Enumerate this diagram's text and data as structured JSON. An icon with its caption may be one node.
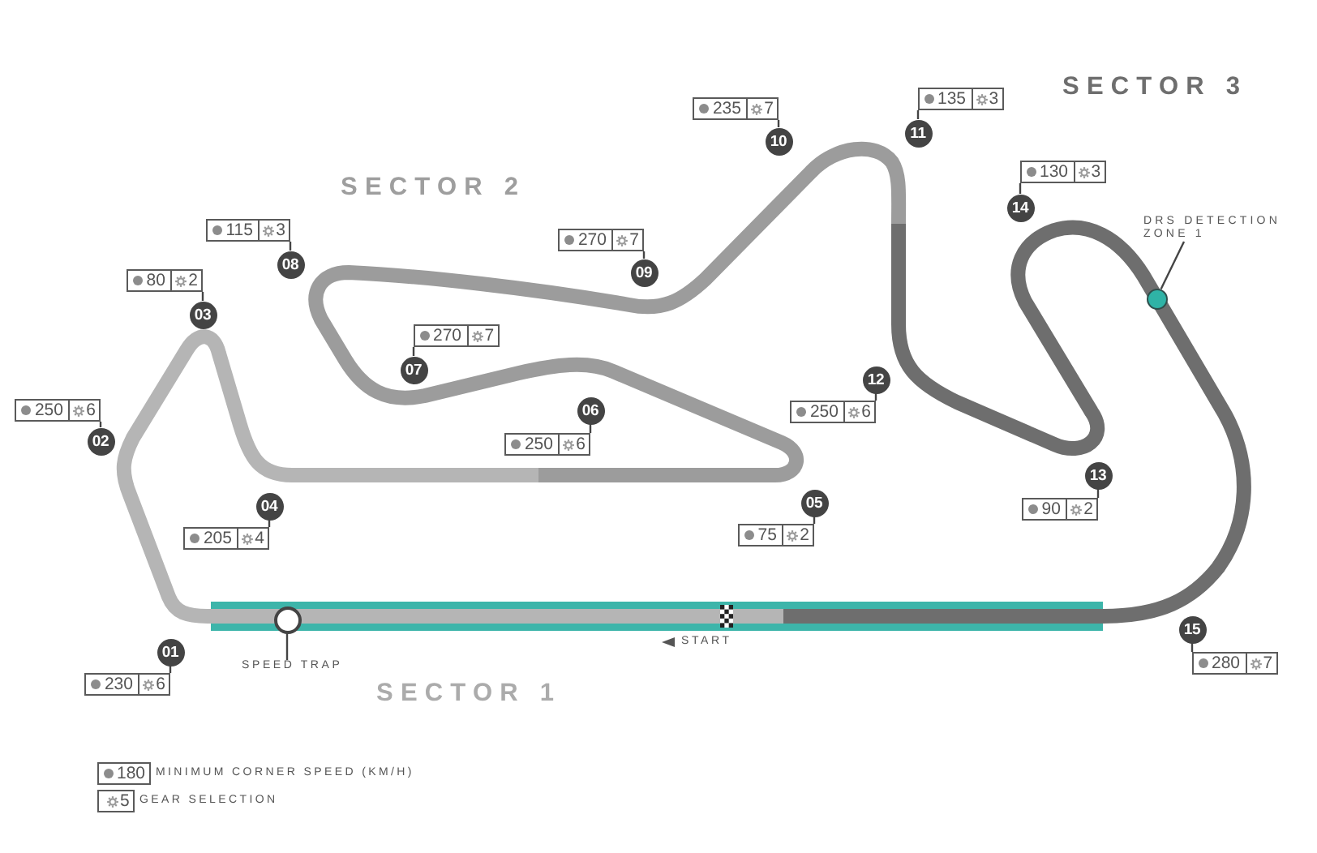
{
  "diagram": {
    "nodes": [
      {
        "text": [
          "01"
        ]
      },
      {
        "text": [
          "230",
          "6"
        ]
      },
      {
        "text": [
          "02"
        ]
      },
      {
        "text": [
          "250",
          "6"
        ]
      },
      {
        "text": [
          "03"
        ]
      },
      {
        "text": [
          "80",
          "2"
        ]
      },
      {
        "text": [
          "04"
        ]
      },
      {
        "text": [
          "205",
          "4"
        ]
      },
      {
        "text": [
          "05"
        ]
      },
      {
        "text": [
          "75",
          "2"
        ]
      },
      {
        "text": [
          "06"
        ]
      },
      {
        "text": [
          "250",
          "6"
        ]
      },
      {
        "text": [
          "07"
        ]
      },
      {
        "text": [
          "270",
          "7"
        ]
      },
      {
        "text": [
          "08"
        ]
      },
      {
        "text": [
          "115",
          "3"
        ]
      },
      {
        "text": [
          "09"
        ]
      },
      {
        "text": [
          "270",
          "7"
        ]
      },
      {
        "text": [
          "10"
        ]
      },
      {
        "text": [
          "235",
          "7"
        ]
      },
      {
        "text": [
          "11"
        ]
      },
      {
        "text": [
          "135",
          "3"
        ]
      },
      {
        "text": [
          "12"
        ]
      },
      {
        "text": [
          "250",
          "6"
        ]
      },
      {
        "text": [
          "13"
        ]
      },
      {
        "text": [
          "90",
          "2"
        ]
      },
      {
        "text": [
          "14"
        ]
      },
      {
        "text": [
          "130",
          "3"
        ]
      },
      {
        "text": [
          "15"
        ]
      },
      {
        "text": [
          "280",
          "7"
        ]
      },
      {
        "text": [
          "SPEED TRAP"
        ]
      },
      {
        "text": [],
        "shape": "circle"
      },
      {
        "text": [
          "DRS DETECTION ZONE 1"
        ]
      },
      {
        "text": [],
        "shape": "circle"
      },
      {
        "text": [
          "180"
        ]
      },
      {
        "text": [
          "5"
        ]
      }
    ],
    "edges": [
      {
        "from": 0,
        "to": 1,
        "arrow": "none"
      },
      {
        "from": 2,
        "to": 3,
        "arrow": "none"
      },
      {
        "from": 4,
        "to": 5,
        "arrow": "none"
      },
      {
        "from": 6,
        "to": 7,
        "arrow": "none"
      },
      {
        "from": 8,
        "to": 9,
        "arrow": "none"
      },
      {
        "from": 10,
        "to": 11,
        "arrow": "none"
      },
      {
        "from": 12,
        "to": 13,
        "arrow": "none"
      },
      {
        "from": 14,
        "to": 15,
        "arrow": "none"
      },
      {
        "from": 16,
        "to": 17,
        "arrow": "none"
      },
      {
        "from": 18,
        "to": 19,
        "arrow": "none"
      },
      {
        "from": 20,
        "to": 21,
        "arrow": "none"
      },
      {
        "from": 22,
        "to": 23,
        "arrow": "none"
      },
      {
        "from": 24,
        "to": 25,
        "arrow": "none"
      },
      {
        "from": 26,
        "to": 27,
        "arrow": "none"
      },
      {
        "from": 28,
        "to": 29,
        "arrow": "none"
      },
      {
        "from": 30,
        "to": 31,
        "arrow": "none"
      },
      {
        "from": 32,
        "to": 33,
        "arrow": "none"
      }
    ],
    "labels": [
      "SECTOR 3",
      "SECTOR 2",
      "START",
      "SECTOR 1"
    ],
    "legend": [
      {
        "text": "MINIMUM CORNER SPEED (KM/H)"
      },
      {
        "text": "GEAR SELECTION"
      }
    ]
  }
}
